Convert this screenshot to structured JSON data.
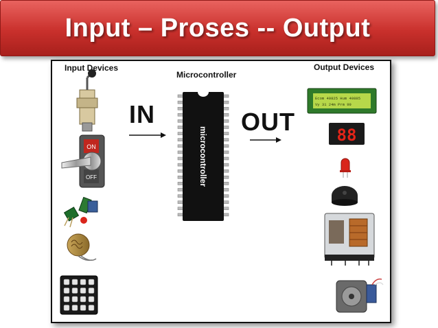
{
  "title": "Input – Proses -- Output",
  "diagram": {
    "input_header": "Input Devices",
    "process_header": "Microcontroller",
    "output_header": "Output Devices",
    "chip_label": "microcontroller",
    "in_label": "IN",
    "out_label": "OUT",
    "lcd_line1": "Ecom 40825 Hum 40885",
    "lcd_line2": "Vy 31 24m Prm 99",
    "seven_seg_value": "88"
  },
  "colors": {
    "banner": "#c9302c",
    "lcd_screen": "#b7d84a",
    "seven_seg": "#e32418",
    "led": "#d9251b",
    "chip": "#111111"
  }
}
